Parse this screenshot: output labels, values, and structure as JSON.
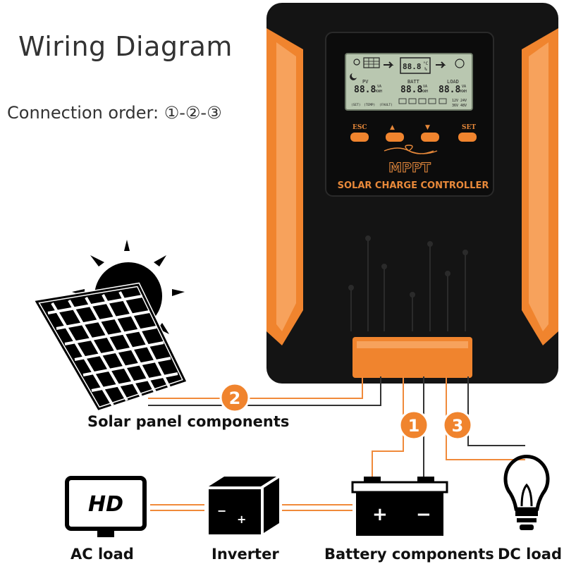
{
  "title": "Wiring Diagram",
  "subtitle": "Connection order: ①-②-③",
  "controller": {
    "brand": "MPPT",
    "name": "SOLAR CHARGE CONTROLLER",
    "buttons": [
      "ESC",
      "▲",
      "▼",
      "SET"
    ],
    "lcd": {
      "pv_label": "PV",
      "batt_label": "BATT",
      "load_label": "LOAD",
      "readout": "88.8",
      "unit_va": "VA",
      "unit_kwh": "KWH",
      "unit_temp": "°C",
      "unit_pct": "%",
      "set_label": "(SET)",
      "temp_label": "(TEMP)",
      "fault_label": "(FAULT)",
      "voltages_top": "12V 24V",
      "voltages_bottom": "36V 48V"
    }
  },
  "steps": [
    "1",
    "2",
    "3"
  ],
  "components": {
    "solar": "Solar panel components",
    "ac_load": "AC load",
    "inverter": "Inverter",
    "battery": "Battery components",
    "dc_load": "DC load",
    "tv_text": "HD"
  },
  "colors": {
    "accent_orange": "#f0842e",
    "body_black": "#141414",
    "lcd_green": "#b9c7b0",
    "wire_orange": "#f08a3a"
  }
}
